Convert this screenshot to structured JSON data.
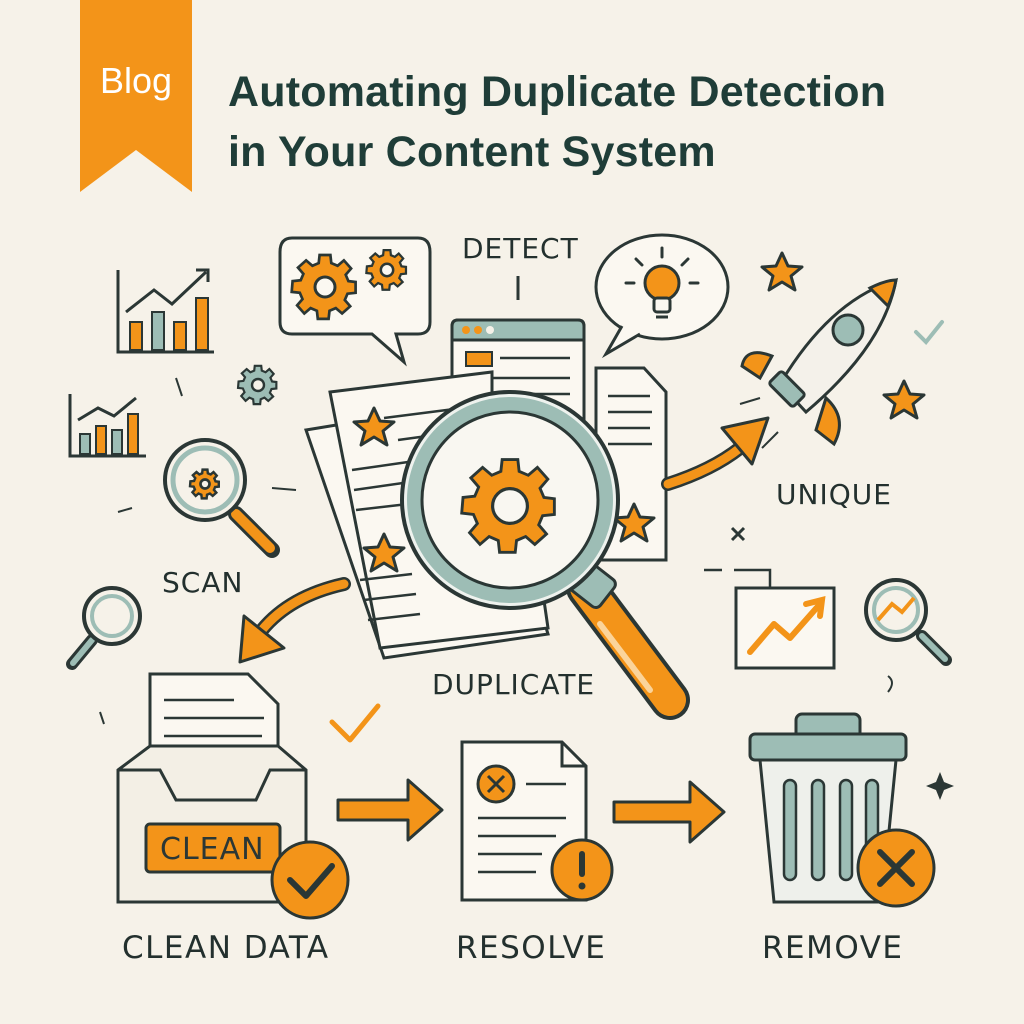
{
  "badge": {
    "label": "Blog"
  },
  "title": {
    "line1": "Automating Duplicate Detection",
    "line2": "in Your Content System"
  },
  "labels": {
    "detect": "DETECT",
    "unique": "UNIQUE",
    "scan": "SCAN",
    "duplicate": "DUPLICATE",
    "clean_tag": "CLEAN",
    "clean_data": "CLEAN DATA",
    "resolve": "RESOLVE",
    "remove": "REMOVE"
  },
  "colors": {
    "accent": "#f39419",
    "ink": "#2b3735",
    "teal": "#9dbdb5",
    "background": "#f6f2e9",
    "title": "#1f3d38"
  },
  "icons": [
    "bookmark-ribbon-icon",
    "gear-icon",
    "lightbulb-icon",
    "rocket-icon",
    "star-icon",
    "checkmark-icon",
    "bar-chart-icon",
    "magnifier-icon",
    "document-icon",
    "browser-window-icon",
    "inbox-tray-icon",
    "trash-bin-icon",
    "close-x-icon",
    "exclamation-icon",
    "arrow-right-icon",
    "trend-chart-icon"
  ]
}
